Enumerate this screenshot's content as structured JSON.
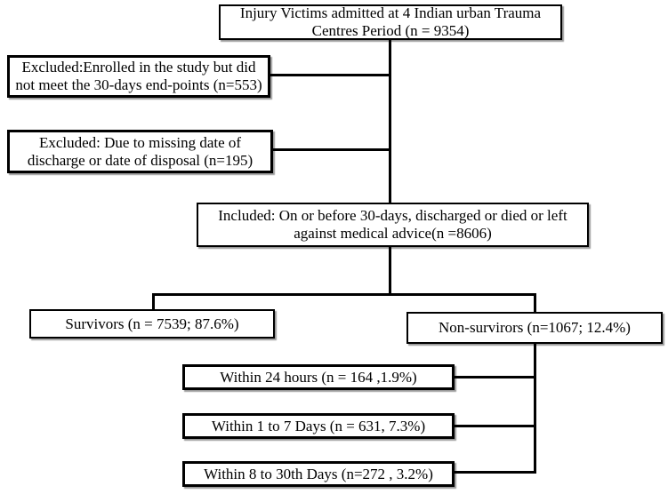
{
  "diagram": {
    "type": "study-flowchart",
    "colors": {
      "box_border": "#000000",
      "box_background": "#ffffff",
      "text": "#000000",
      "connector": "#000000"
    },
    "nodes": {
      "total": {
        "text": "Injury Victims admitted at 4 Indian urban Trauma Centres Period (n = 9354)",
        "n": 9354
      },
      "excluded_endpoints": {
        "text": "Excluded:Enrolled in the study but did not meet the 30-days end-points (n=553)",
        "n": 553
      },
      "excluded_missing": {
        "text": "Excluded: Due to missing date of discharge or date of disposal (n=195)",
        "n": 195
      },
      "included": {
        "text": "Included: On or before 30-days, discharged or died or left against medical advice(n =8606)",
        "n": 8606
      },
      "survivors": {
        "text": "Survivors (n = 7539; 87.6%)",
        "n": 7539,
        "percent": "87.6%"
      },
      "non_survivors": {
        "text": "Non-survirors (n=1067; 12.4%)",
        "n": 1067,
        "percent": "12.4%"
      },
      "death_within_24h": {
        "text": "Within 24 hours (n = 164 ,1.9%)",
        "n": 164,
        "percent": "1.9%"
      },
      "death_1_to_7_days": {
        "text": "Within 1 to 7 Days (n = 631, 7.3%)",
        "n": 631,
        "percent": "7.3%"
      },
      "death_8_to_30_days": {
        "text": "Within 8 to 30th Days (n=272 , 3.2%)",
        "n": 272,
        "percent": "3.2%"
      }
    }
  }
}
